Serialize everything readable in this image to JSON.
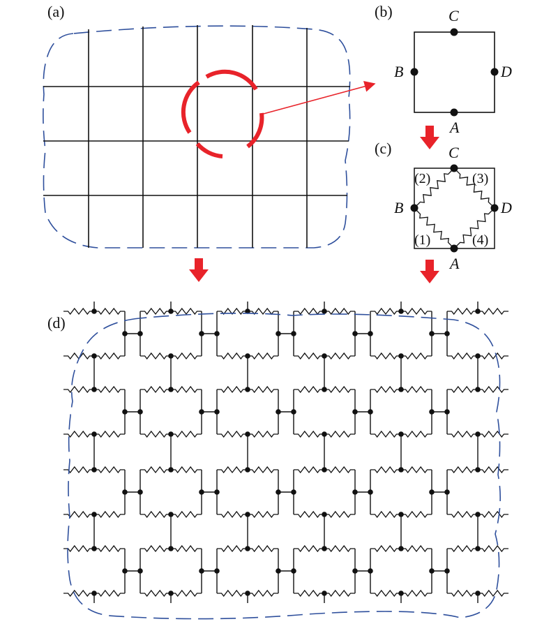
{
  "panels": {
    "a": {
      "label": "(a)"
    },
    "b": {
      "label": "(b)",
      "nodes": [
        "A",
        "B",
        "C",
        "D"
      ]
    },
    "c": {
      "label": "(c)",
      "nodes": [
        "A",
        "B",
        "C",
        "D"
      ],
      "resistors": [
        "(1)",
        "(2)",
        "(3)",
        "(4)"
      ]
    },
    "d": {
      "label": "(d)"
    }
  },
  "colors": {
    "line": "#111111",
    "boundary": "#2e4f9c",
    "highlight": "#e8232a"
  }
}
